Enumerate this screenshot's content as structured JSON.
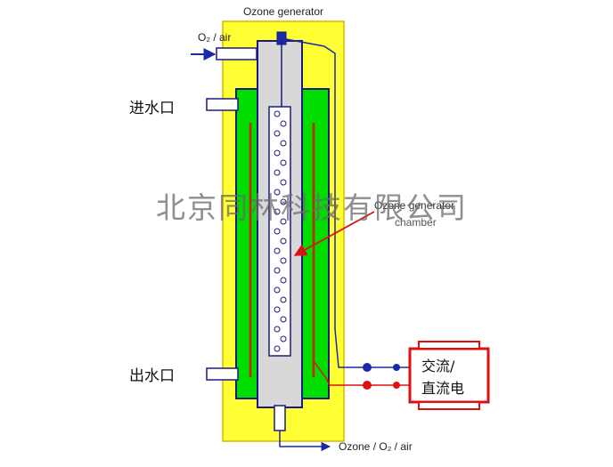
{
  "labels": {
    "title": "Ozone generator",
    "gas_inlet": "O₂ / air",
    "water_inlet": "进水口",
    "water_outlet": "出水口",
    "chamber_line1": "Ozone generator",
    "chamber_line2": "chamber",
    "power_line1": "交流/",
    "power_line2": "直流电",
    "gas_outlet": "Ozone / O₂ / air",
    "watermark": "北京同林科技有限公司"
  },
  "colors": {
    "housing": "#ffff33",
    "water_jacket": "#00dd00",
    "electrode": "#d8d8d8",
    "outline": "#1a1a80",
    "neutral_wire": "#1a2aa8",
    "live_wire": "#dd1111",
    "heater_strip": "#cc2200",
    "power_box": "#dd1111"
  },
  "icons": {
    "gas_inlet_arrow": "arrow-right-icon",
    "chamber_pointer": "arrow-pointer-icon",
    "gas_outlet_arrow": "arrow-right-icon"
  }
}
